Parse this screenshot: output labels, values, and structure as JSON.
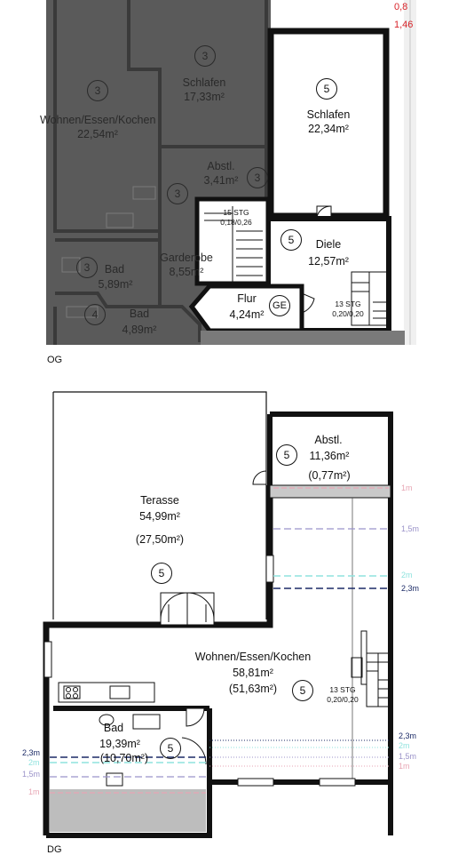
{
  "og": {
    "floor_label": "OG",
    "corner_top": "0,8",
    "corner_bottom": "1,46",
    "rooms": [
      {
        "id": "wohnen",
        "num": "3",
        "name": "Wohnen/Essen/Kochen",
        "area": "22,54m²"
      },
      {
        "id": "schlafen_dark",
        "num": "3",
        "name": "Schlafen",
        "area": "17,33m²"
      },
      {
        "id": "abstl",
        "num": "3",
        "name": "Abstl.",
        "area": "3,41m²"
      },
      {
        "id": "garderobe",
        "num": "3",
        "name": "Garderobe",
        "area": "8,55m²"
      },
      {
        "id": "bad1",
        "num": "3",
        "name": "Bad",
        "area": "5,89m²"
      },
      {
        "id": "bad2",
        "num": "4",
        "name": "Bad",
        "area": "4,89m²"
      },
      {
        "id": "schlafen",
        "num": "5",
        "name": "Schlafen",
        "area": "22,34m²"
      },
      {
        "id": "diele",
        "num": "5",
        "name": "Diele",
        "area": "12,57m²"
      },
      {
        "id": "flur",
        "num": "GE",
        "name": "Flur",
        "area": "4,24m²"
      }
    ],
    "stairs": [
      {
        "id": "stair_left",
        "count": "15 STG",
        "dim": "0,18/0,26"
      },
      {
        "id": "stair_right",
        "count": "13 STG",
        "dim": "0,20/0,20"
      }
    ]
  },
  "dg": {
    "floor_label": "DG",
    "rooms": [
      {
        "id": "terasse",
        "num": "5",
        "name": "Terasse",
        "area": "54,99m²",
        "reduced": "(27,50m²)"
      },
      {
        "id": "abstl",
        "num": "5",
        "name": "Abstl.",
        "area": "11,36m²",
        "reduced": "(0,77m²)"
      },
      {
        "id": "wohnen",
        "num": "5",
        "name": "Wohnen/Essen/Kochen",
        "area": "58,81m²",
        "reduced": "(51,63m²)"
      },
      {
        "id": "bad",
        "num": "5",
        "name": "Bad",
        "area": "19,39m²",
        "reduced": "(10,70m²)"
      }
    ],
    "stair": {
      "count": "13 STG",
      "dim": "0,20/0,20"
    },
    "height_marks": [
      {
        "label": "1m",
        "color": "#e7a6b4"
      },
      {
        "label": "1,5m",
        "color": "#9b93c9"
      },
      {
        "label": "2m",
        "color": "#8fe3de"
      },
      {
        "label": "2,3m",
        "color": "#1b2a66"
      }
    ]
  }
}
